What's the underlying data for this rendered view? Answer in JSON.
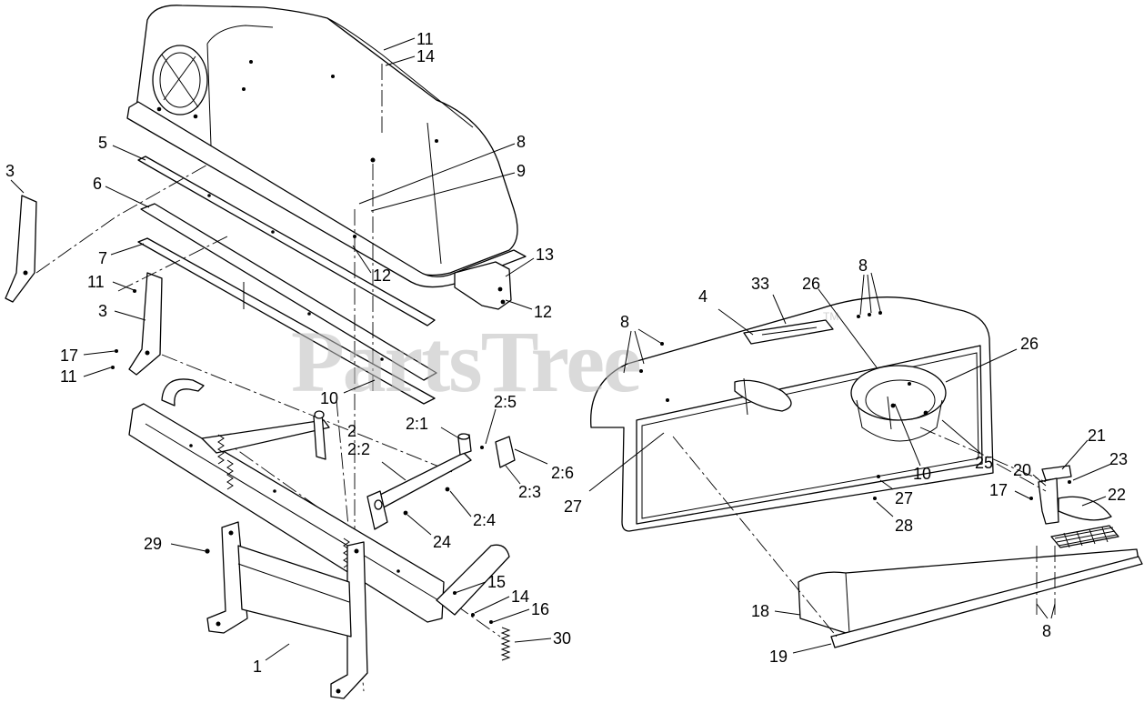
{
  "watermark": {
    "text": "PartsTree",
    "mark": "TM"
  },
  "callouts": [
    "11",
    "14",
    "8",
    "9",
    "5",
    "6",
    "7",
    "3",
    "11",
    "12",
    "13",
    "12",
    "3",
    "17",
    "11",
    "10",
    "2",
    "2:2",
    "2:1",
    "2:5",
    "2:6",
    "2:3",
    "2:4",
    "24",
    "29",
    "15",
    "14",
    "16",
    "30",
    "1",
    "4",
    "33",
    "26",
    "8",
    "8",
    "26",
    "27",
    "10",
    "25",
    "27",
    "28",
    "21",
    "23",
    "20",
    "17",
    "22",
    "18",
    "19",
    "8"
  ],
  "colors": {
    "line": "#000000",
    "watermark": "#bdbdbd",
    "background": "#ffffff"
  }
}
